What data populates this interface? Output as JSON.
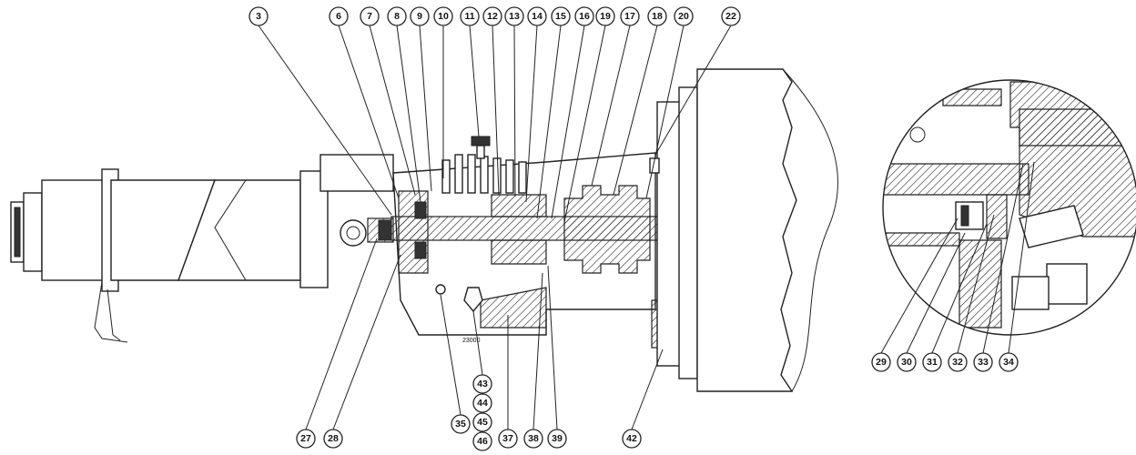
{
  "callouts_top": [
    "3",
    "6",
    "7",
    "8",
    "9",
    "10",
    "11",
    "12",
    "13",
    "14",
    "15",
    "16",
    "19",
    "17",
    "18",
    "20",
    "22"
  ],
  "callouts_bottom": [
    "27",
    "28",
    "35",
    "37",
    "38",
    "39",
    "42"
  ],
  "callouts_stack": [
    "43",
    "44",
    "45",
    "46"
  ],
  "callouts_detail": [
    "29",
    "30",
    "31",
    "32",
    "33",
    "34"
  ],
  "housing_marking": "23000"
}
